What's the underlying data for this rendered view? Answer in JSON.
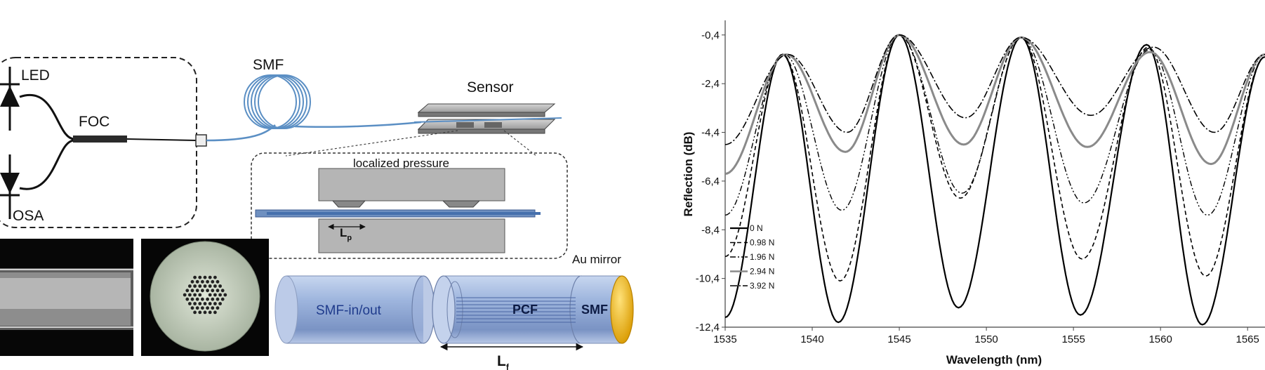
{
  "setup": {
    "led_label": "LED",
    "osa_label": "OSA",
    "coupler_label": "FOC",
    "fiber_spool_label": "SMF",
    "sensor_label": "Sensor",
    "pressure_label": "localized pressure",
    "pad_length_label": "L",
    "pad_length_sub": "p"
  },
  "fiber": {
    "input_label": "SMF-in/out",
    "pcf_label": "PCF",
    "end_smf_label": "SMF",
    "mirror_label": "Au mirror",
    "length_label": "L",
    "length_sub": "f"
  },
  "colors": {
    "fiber_blue": "#5b8fc4",
    "cylinder_fill": "#a9bee0",
    "mirror_gold": "#f2b705",
    "pcf_photo_bg": "#cfd9c4"
  },
  "chart_data": {
    "type": "line",
    "xlabel": "Wavelength (nm)",
    "ylabel": "Reflection (dB)",
    "xlim": [
      1535,
      1566
    ],
    "ylim": [
      -12.4,
      0.2
    ],
    "xticks": [
      "1535",
      "1540",
      "1545",
      "1550",
      "1555",
      "1560",
      "1565"
    ],
    "yticks": [
      "-0,4",
      "-2,4",
      "-4,4",
      "-6,4",
      "-8,4",
      "-10,4",
      "-12,4"
    ],
    "legend_position": "bottom-left",
    "series": [
      {
        "name": "0 N",
        "color": "#000000",
        "dash": "",
        "width": 2.2,
        "x": [
          1535,
          1538.3,
          1541.5,
          1545.0,
          1548.4,
          1552.0,
          1555.4,
          1559.2,
          1562.4,
          1566
        ],
        "y": [
          -12.0,
          -1.2,
          -12.2,
          -0.4,
          -11.6,
          -0.5,
          -11.9,
          -0.8,
          -12.3,
          -1.3
        ]
      },
      {
        "name": "0.98 N",
        "color": "#000000",
        "dash": "6,4",
        "width": 1.6,
        "x": [
          1535,
          1538.3,
          1541.6,
          1545.0,
          1548.5,
          1552.0,
          1555.5,
          1559.3,
          1562.6,
          1566
        ],
        "y": [
          -9.5,
          -1.2,
          -10.5,
          -0.4,
          -7.1,
          -0.5,
          -9.6,
          -0.9,
          -10.3,
          -1.3
        ]
      },
      {
        "name": "1.96 N",
        "color": "#000000",
        "dash": "8,3,2,3,2,3",
        "width": 1.4,
        "x": [
          1535,
          1538.4,
          1541.7,
          1545.0,
          1548.6,
          1552.0,
          1555.6,
          1559.4,
          1562.7,
          1566
        ],
        "y": [
          -7.8,
          -1.2,
          -7.6,
          -0.4,
          -6.9,
          -0.5,
          -7.3,
          -1.0,
          -7.8,
          -1.2
        ]
      },
      {
        "name": "2.94 N",
        "color": "#8a8a8a",
        "dash": "",
        "width": 3.0,
        "x": [
          1535,
          1538.5,
          1541.9,
          1545.0,
          1548.7,
          1552.0,
          1555.8,
          1559.4,
          1562.9,
          1566
        ],
        "y": [
          -6.1,
          -1.2,
          -5.2,
          -0.4,
          -4.9,
          -0.5,
          -5.0,
          -1.1,
          -5.7,
          -1.2
        ]
      },
      {
        "name": "3.92 N",
        "color": "#000000",
        "dash": "10,3,2,3",
        "width": 1.6,
        "x": [
          1535,
          1538.6,
          1542.0,
          1545.0,
          1548.8,
          1552.0,
          1556.0,
          1559.6,
          1563.1,
          1566
        ],
        "y": [
          -4.9,
          -1.2,
          -4.4,
          -0.4,
          -3.8,
          -0.5,
          -3.7,
          -0.9,
          -4.4,
          -1.2
        ]
      }
    ]
  }
}
